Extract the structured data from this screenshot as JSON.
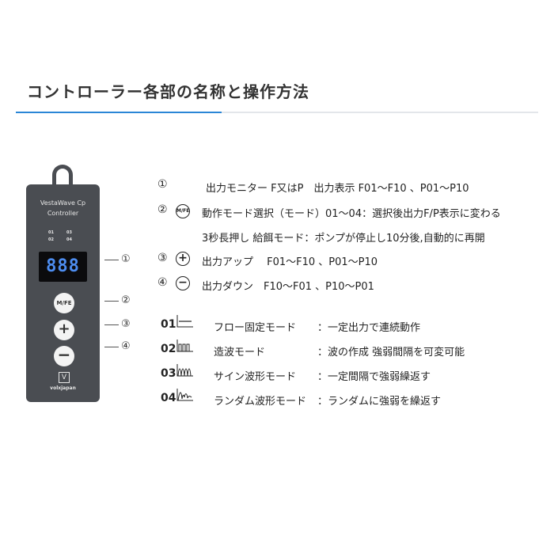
{
  "title": "コントローラー各部の名称と操作方法",
  "device": {
    "model": "VestaWave Cp",
    "subtitle": "Controller",
    "mode_labels": [
      "01",
      "03",
      "02",
      "04"
    ],
    "display": "888",
    "mfe_button": "M/FE",
    "plus_button": "+",
    "minus_button": "−",
    "logo_mark": "V",
    "brand": "volxjapan"
  },
  "callouts": [
    "①",
    "②",
    "③",
    "④"
  ],
  "items": [
    {
      "num": "①",
      "text": "出力モニター F又はP　出力表示 F01〜F10 、P01〜P10"
    },
    {
      "num": "②",
      "icon": "M/FE",
      "text": "動作モード選択（モード）01〜04：選択後出力F/P表示に変わる"
    },
    {
      "num": "",
      "text": "3秒長押し 給餌モード：ポンプが停止し10分後,自動的に再開"
    },
    {
      "num": "③",
      "icon": "+",
      "text": "出力アップ　 F01〜F10 、P01〜P10"
    },
    {
      "num": "④",
      "icon": "−",
      "text": "出力ダウン　F10〜F01 、P10〜P01"
    }
  ],
  "modes": [
    {
      "num": "01",
      "icon": "flow-mode-icon",
      "name": "フロー固定モード",
      "desc": "：一定出力で連続動作"
    },
    {
      "num": "02",
      "icon": "wave-mode-icon",
      "name": "造波モード",
      "desc": "：波の作成 強弱間隔を可変可能"
    },
    {
      "num": "03",
      "icon": "sine-mode-icon",
      "name": "サイン波形モード",
      "desc": "：一定間隔で強弱繰返す"
    },
    {
      "num": "04",
      "icon": "random-mode-icon",
      "name": "ランダム波形モード",
      "desc": "：ランダムに強弱を繰返す"
    }
  ],
  "colors": {
    "accent": "#2a86d6",
    "device": "#4a4d52",
    "lcd": "#4d8df0"
  }
}
